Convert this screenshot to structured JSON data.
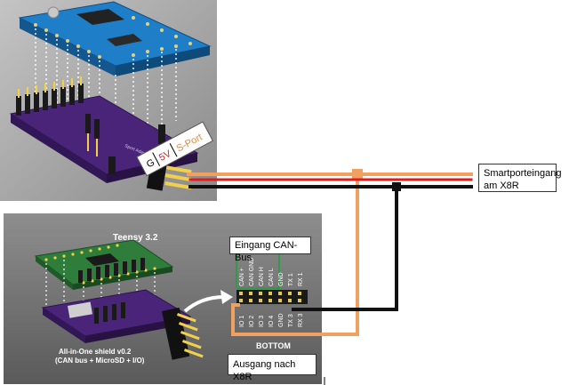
{
  "top_board": {
    "connector_labels": {
      "g": "G",
      "v5": "5V",
      "sport": "S-Port"
    }
  },
  "bottom_board": {
    "title": "Teensy 3.2",
    "shield_line1": "All-in-One shield v0.2",
    "shield_line2": "(CAN bus + MicroSD + I/O)",
    "pin_labels_top": [
      "CAN +",
      "CAN GND",
      "CAN H",
      "CAN L",
      "GND",
      "TX 1",
      "RX 1"
    ],
    "pin_labels_bottom": [
      "IO 1",
      "IO 2",
      "IO 3",
      "IO 4",
      "GND",
      "TX 3",
      "RX 3"
    ],
    "bottom_label": "BOTTOM"
  },
  "callouts": {
    "smartport_line1": "Smartporteingang",
    "smartport_line2": "am X8R",
    "can_input": "Eingang CAN-Bus",
    "output": "Ausgang nach X8R"
  },
  "colors": {
    "orange_wire": "#f0a060",
    "red_wire": "#e21b1b",
    "black_wire": "#111111",
    "pcb_purple": "#4a2479",
    "pcb_blue": "#1e7fc8",
    "pcb_green": "#2e7d3a",
    "highlight_green": "#2f9a4a"
  }
}
